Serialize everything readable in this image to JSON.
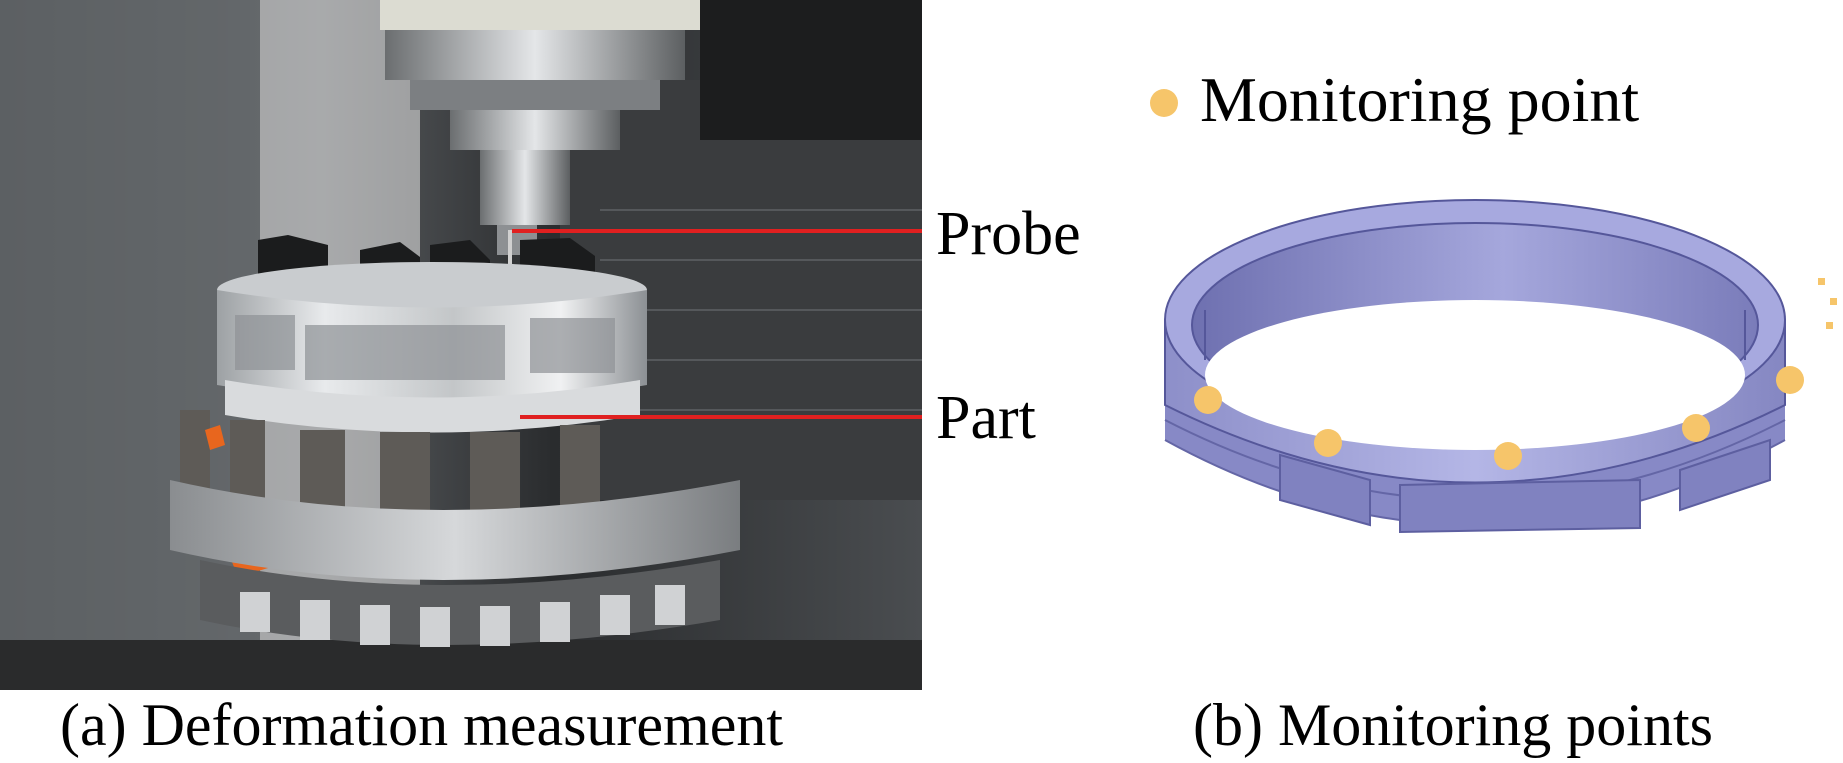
{
  "panel_a": {
    "callouts": {
      "probe": "Probe",
      "part": "Part"
    },
    "caption": "(a) Deformation measurement"
  },
  "panel_b": {
    "legend": {
      "label": "Monitoring point",
      "marker_color": "#f6c56a"
    },
    "caption": "(b) Monitoring points",
    "ring_color": "#9a9cd6"
  },
  "colors": {
    "callout_line": "#e02020"
  }
}
